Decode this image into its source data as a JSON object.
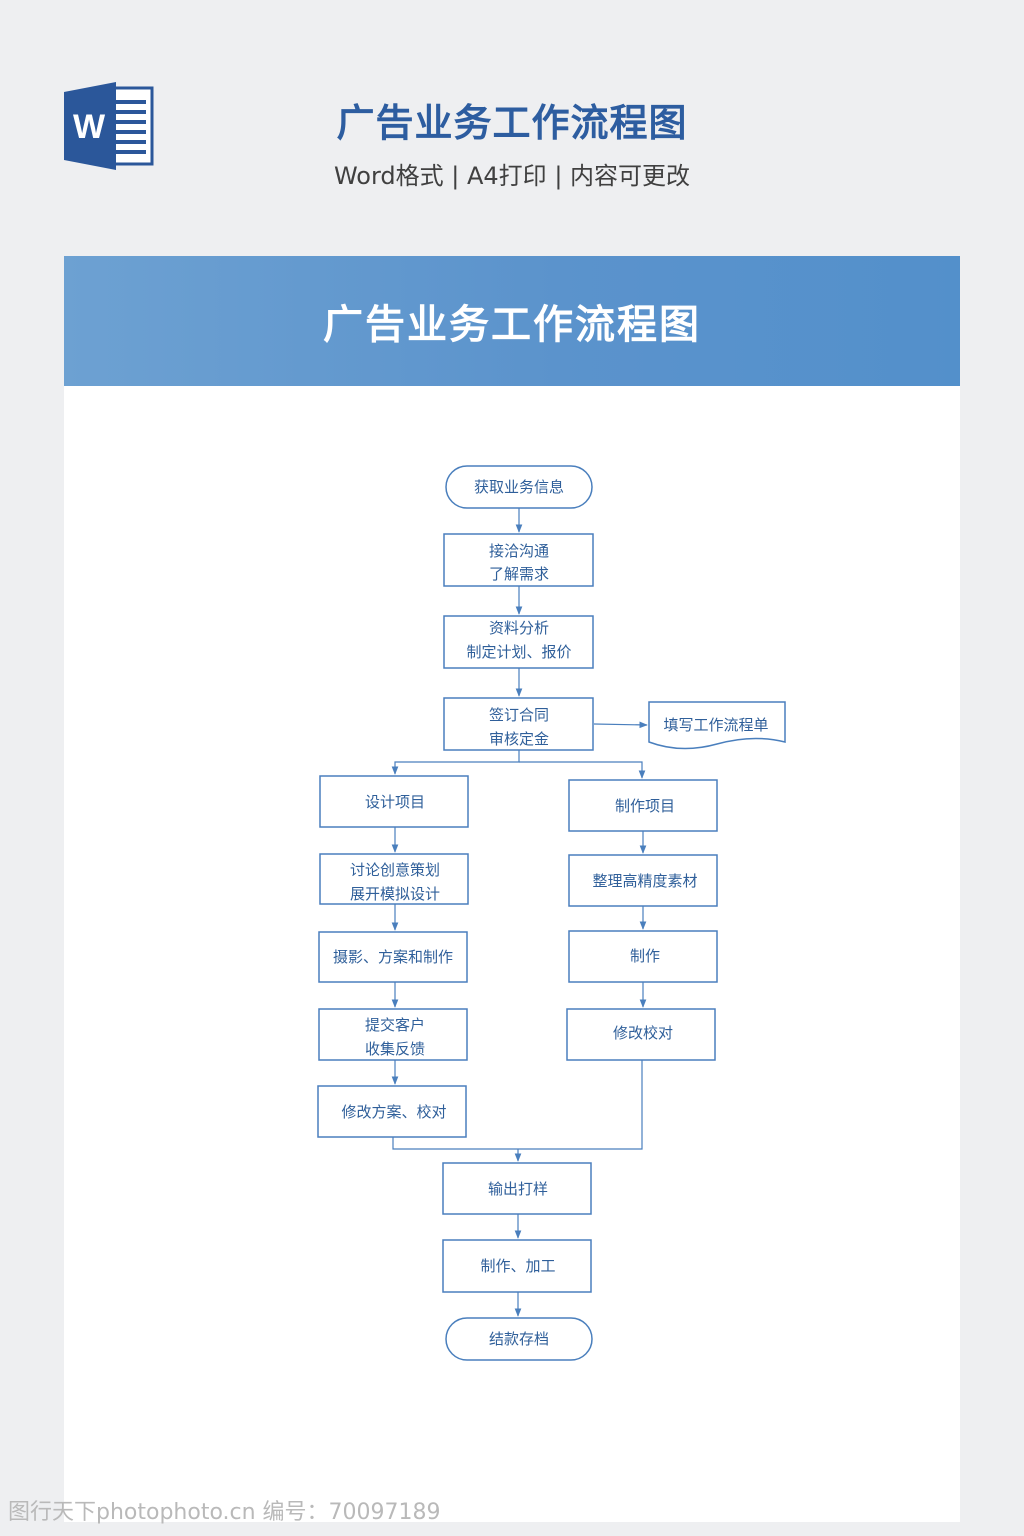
{
  "header": {
    "title": "广告业务工作流程图",
    "subtitle": "Word格式 | A4打印 | 内容可更改",
    "logo_letter": "W",
    "logo_icon": "word-doc-icon"
  },
  "document": {
    "banner_title": "广告业务工作流程图"
  },
  "flowchart": {
    "start": "获取业务信息",
    "step1": [
      "接洽沟通",
      "了解需求"
    ],
    "step2": [
      "资料分析",
      "制定计划、报价"
    ],
    "step3": [
      "签订合同",
      "审核定金"
    ],
    "side_doc": "填写工作流程单",
    "design_branch": {
      "head": "设计项目",
      "s1": [
        "讨论创意策划",
        "展开模拟设计"
      ],
      "s2": "摄影、方案和制作",
      "s3": [
        "提交客户",
        "收集反馈"
      ],
      "s4": "修改方案、校对"
    },
    "production_branch": {
      "head": "制作项目",
      "s1": "整理高精度素材",
      "s2": "制作",
      "s3": "修改校对"
    },
    "output": "输出打样",
    "process": "制作、加工",
    "end": "结款存档"
  },
  "watermark": "图行天下photophoto.cn 编号：70097189",
  "colors": {
    "title_blue": "#2d5da0",
    "banner_blue": "#5b93cc",
    "line_blue": "#4a7fbd",
    "text_blue": "#2f5f9a",
    "word_blue": "#2b579a"
  }
}
